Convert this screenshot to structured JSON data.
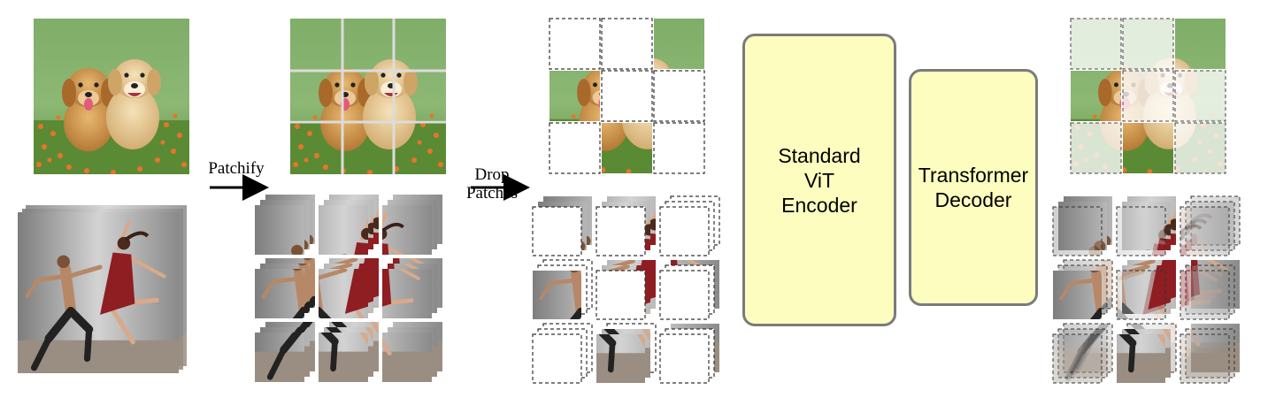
{
  "steps": {
    "patchify": "Patchify",
    "drop_line1": "Drop",
    "drop_line2": "Patches"
  },
  "encoder": {
    "label": "Standard\nViT\nEncoder"
  },
  "decoder": {
    "label": "Transformer\nDecoder"
  },
  "colors": {
    "encoder_fill": "#fdfdc0",
    "box_border": "#7b7b7b",
    "arrow": "#000000",
    "patch_border_dashed": "#333333"
  },
  "icons": {
    "arrow": "right-arrow-icon"
  },
  "image_content": {
    "image": "two golden retriever puppies on grass with orange flowers",
    "video": "two dancers leaping in front of a grey wall",
    "grid": "3x3 patches"
  }
}
